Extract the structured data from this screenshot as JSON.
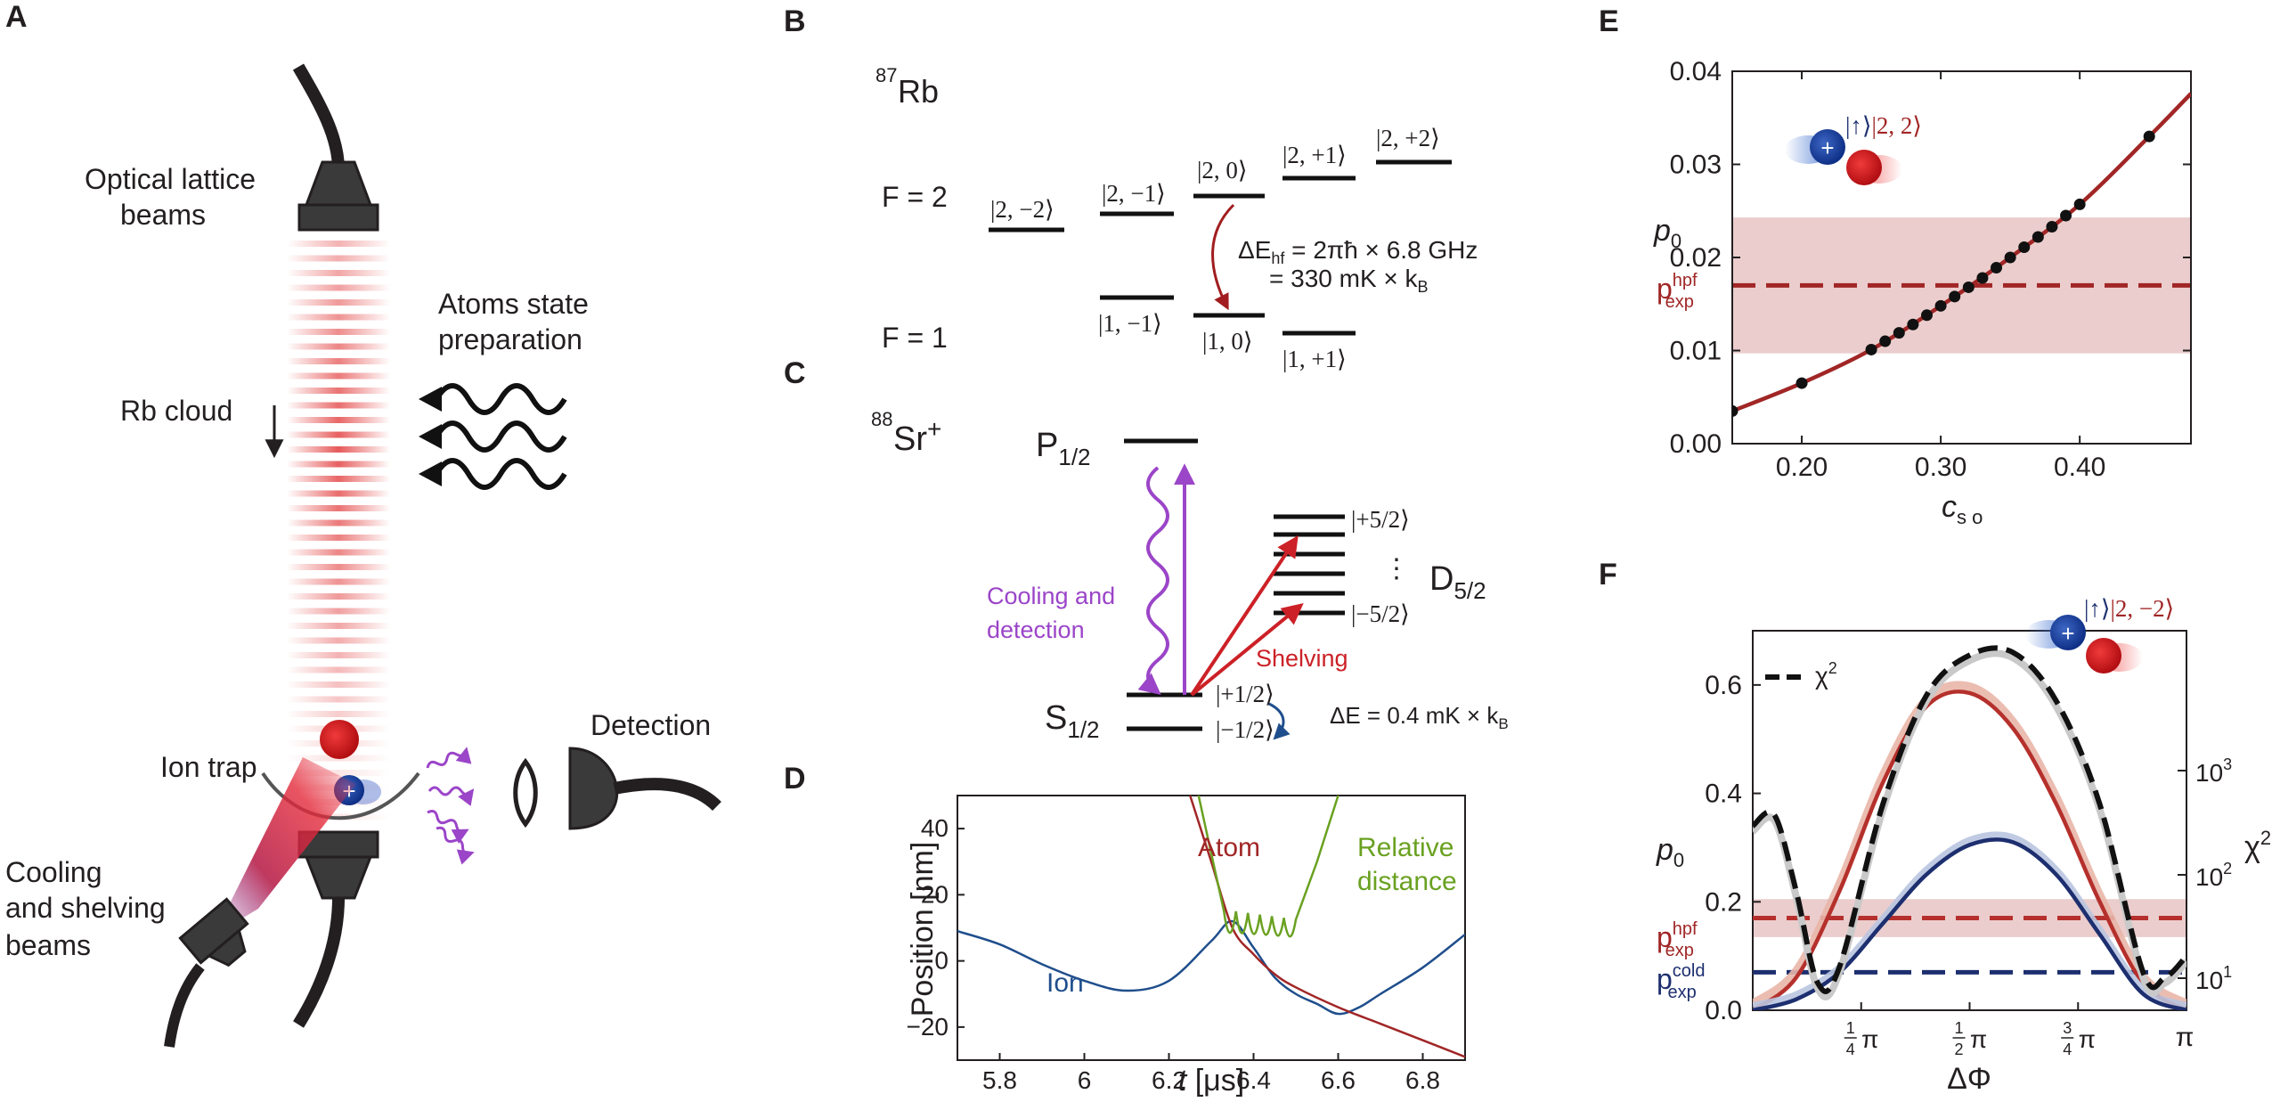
{
  "panels": {
    "a": {
      "letter": "A",
      "optical_lattice": "Optical lattice",
      "optical_lattice_2": "beams",
      "atoms_state": "Atoms state",
      "atoms_state_2": "preparation",
      "rb_cloud": "Rb cloud",
      "ion_trap": "Ion trap",
      "ion_sign": "+",
      "detection": "Detection",
      "cooling": "Cooling",
      "cooling_2": "and shelving",
      "cooling_3": "beams"
    },
    "b": {
      "letter": "B",
      "isotope_sup": "87",
      "isotope": "Rb",
      "f2": "F = 2",
      "f1": "F = 1",
      "levels_f2": [
        "|2, −2⟩",
        "|2, −1⟩",
        "|2, 0⟩",
        "|2, +1⟩",
        "|2, +2⟩"
      ],
      "levels_f1": [
        "|1, −1⟩",
        "|1, 0⟩",
        "|1, +1⟩"
      ],
      "hf_line1_pre": "ΔE",
      "hf_line1_sub": "hf",
      "hf_line1_post": " = 2πħ × 6.8 GHz",
      "hf_line2_pre": "= 330 mK × k",
      "hf_line2_sub": "B"
    },
    "c": {
      "letter": "C",
      "isotope_sup": "88",
      "isotope": "Sr",
      "isotope_charge": "+",
      "p_level": "P",
      "p_sub": "1/2",
      "s_level": "S",
      "s_sub": "1/2",
      "d_level": "D",
      "d_sub": "5/2",
      "d_top": "|+5/2⟩",
      "d_bottom": "|−5/2⟩",
      "d_dots": "⋮",
      "s_top": "|+1/2⟩",
      "s_bottom": "|−1/2⟩",
      "cooling": "Cooling and",
      "cooling_2": "detection",
      "shelving": "Shelving",
      "delta_pre": "ΔE = 0.4 mK × k",
      "delta_sub": "B",
      "colors": {
        "cooling": "#9b45c8",
        "shelving": "#cc2127"
      }
    },
    "d": {
      "letter": "D",
      "ylabel": "Position [nm]",
      "xlabel_var": "t",
      "xlabel_unit": " [μs]",
      "series_labels": {
        "ion": "Ion",
        "atom": "Atom",
        "relative": "Relative",
        "relative_2": "distance"
      },
      "colors": {
        "ion": "#1f4e8c",
        "atom": "#a12626",
        "relative": "#6aa121"
      }
    },
    "e": {
      "letter": "E",
      "ylabel_var": "p",
      "ylabel_sub": "0",
      "xlabel_var": "c",
      "xlabel_sub": "s o",
      "pexp_base": "p",
      "pexp_sup": "hpf",
      "pexp_sub": "exp",
      "state_up": "|↑⟩",
      "state_rb": "|2,  2⟩",
      "ion_sign": "+",
      "colors": {
        "curve": "#a12626",
        "band": "#e8c4c4",
        "points": "#111111"
      }
    },
    "f": {
      "letter": "F",
      "ylabel_var": "p",
      "ylabel_sub": "0",
      "xlabel": "ΔΦ",
      "y2label_base": "χ",
      "y2label_sup": "2",
      "legend_chi": "χ",
      "legend_chi_sup": "2",
      "hpf_base": "p",
      "hpf_sup": "hpf",
      "hpf_sub": "exp",
      "cold_base": "p",
      "cold_sup": "cold",
      "cold_sub": "exp",
      "state_up": "|↑⟩",
      "state_rb": "|2, −2⟩",
      "ion_sign": "+",
      "y2_ticks": [
        {
          "base": "10",
          "sup": "1"
        },
        {
          "base": "10",
          "sup": "2"
        },
        {
          "base": "10",
          "sup": "3"
        }
      ],
      "x_ticks": [
        {
          "num": "1",
          "den": "4",
          "suffix": "π"
        },
        {
          "num": "1",
          "den": "2",
          "suffix": "π"
        },
        {
          "num": "3",
          "den": "4",
          "suffix": "π"
        },
        {
          "num": "",
          "den": "",
          "suffix": "π"
        }
      ],
      "colors": {
        "red": "#b5302c",
        "blue": "#1d2f6f",
        "band": "#e8c4c4"
      }
    }
  },
  "chart_data": [
    {
      "id": "D",
      "type": "line",
      "xlabel": "t [μs]",
      "ylabel": "Position [nm]",
      "xlim": [
        5.7,
        6.9
      ],
      "ylim": [
        -30,
        50
      ],
      "x_ticks": [
        "5.8",
        "6",
        "6.2",
        "6.4",
        "6.6",
        "6.8"
      ],
      "y_ticks": [
        "−20",
        "0",
        "20",
        "40"
      ],
      "series": [
        {
          "name": "Ion",
          "x": [
            5.7,
            5.8,
            5.9,
            6.0,
            6.1,
            6.2,
            6.3,
            6.35,
            6.4,
            6.45,
            6.5,
            6.55,
            6.6,
            6.65,
            6.7,
            6.8,
            6.9
          ],
          "y": [
            9,
            5,
            -1,
            -6,
            -9,
            -6,
            6,
            12,
            4,
            -5,
            -10,
            -13,
            -16,
            -14,
            -10,
            -2,
            8
          ]
        },
        {
          "name": "Atom",
          "x": [
            6.25,
            6.3,
            6.35,
            6.4,
            6.45,
            6.5,
            6.6,
            6.7,
            6.8,
            6.9
          ],
          "y": [
            50,
            30,
            10,
            2,
            -4,
            -8,
            -14,
            -19,
            -24,
            -29
          ]
        },
        {
          "name": "Relative distance",
          "x": [
            6.27,
            6.32,
            6.35,
            6.4,
            6.45,
            6.5,
            6.55,
            6.6
          ],
          "y": [
            50,
            28,
            12,
            8,
            10,
            14,
            30,
            50
          ]
        }
      ]
    },
    {
      "id": "E",
      "type": "scatter",
      "xlabel": "c s o",
      "ylabel": "p0",
      "xlim": [
        0.15,
        0.48
      ],
      "ylim": [
        0.0,
        0.04
      ],
      "x_ticks": [
        "0.20",
        "0.30",
        "0.40"
      ],
      "y_ticks": [
        "0.00",
        "0.01",
        "0.02",
        "0.03",
        "0.04"
      ],
      "p_exp_hpf": 0.017,
      "p_exp_hpf_band": [
        0.0097,
        0.0243
      ],
      "points": {
        "x": [
          0.15,
          0.2,
          0.25,
          0.26,
          0.27,
          0.28,
          0.29,
          0.3,
          0.31,
          0.32,
          0.33,
          0.34,
          0.35,
          0.36,
          0.37,
          0.38,
          0.39,
          0.4,
          0.45
        ],
        "y": [
          0.0035,
          0.0065,
          0.0101,
          0.011,
          0.0119,
          0.0128,
          0.0138,
          0.0148,
          0.0158,
          0.0168,
          0.0178,
          0.0189,
          0.02,
          0.0211,
          0.0222,
          0.0233,
          0.0245,
          0.0257,
          0.033
        ]
      },
      "fit": {
        "x": [
          0.15,
          0.2,
          0.25,
          0.3,
          0.35,
          0.4,
          0.45,
          0.48
        ],
        "y": [
          0.0035,
          0.0065,
          0.0101,
          0.0148,
          0.02,
          0.0257,
          0.033,
          0.0376
        ]
      }
    },
    {
      "id": "F",
      "type": "line",
      "xlabel": "ΔΦ",
      "ylabel": "p0",
      "y2label": "χ2",
      "xlim": [
        0,
        1
      ],
      "x_unit": "π",
      "ylim": [
        0,
        0.7
      ],
      "y_ticks": [
        "0.0",
        "0.2",
        "0.4",
        "0.6"
      ],
      "p_exp_hpf": 0.17,
      "p_exp_hpf_band": [
        0.135,
        0.205
      ],
      "p_exp_cold": 0.07,
      "series": [
        {
          "name": "p0 |2,−2⟩ hpf",
          "x": [
            0,
            0.1,
            0.2,
            0.3,
            0.4,
            0.5,
            0.6,
            0.7,
            0.8,
            0.9,
            1.0
          ],
          "y": [
            0.0,
            0.06,
            0.22,
            0.42,
            0.56,
            0.585,
            0.52,
            0.38,
            0.2,
            0.05,
            0.0
          ]
        },
        {
          "name": "p0 cold",
          "x": [
            0,
            0.1,
            0.2,
            0.3,
            0.4,
            0.5,
            0.6,
            0.7,
            0.8,
            0.9,
            1.0
          ],
          "y": [
            0.0,
            0.02,
            0.07,
            0.16,
            0.25,
            0.305,
            0.31,
            0.25,
            0.14,
            0.03,
            0.0
          ]
        },
        {
          "name": "χ2",
          "x": [
            0,
            0.05,
            0.1,
            0.15,
            0.2,
            0.3,
            0.4,
            0.5,
            0.6,
            0.7,
            0.8,
            0.9,
            0.95,
            1.0
          ],
          "y": [
            0.34,
            0.36,
            0.22,
            0.05,
            0.08,
            0.38,
            0.58,
            0.655,
            0.66,
            0.57,
            0.38,
            0.07,
            0.06,
            0.1
          ]
        }
      ]
    }
  ]
}
